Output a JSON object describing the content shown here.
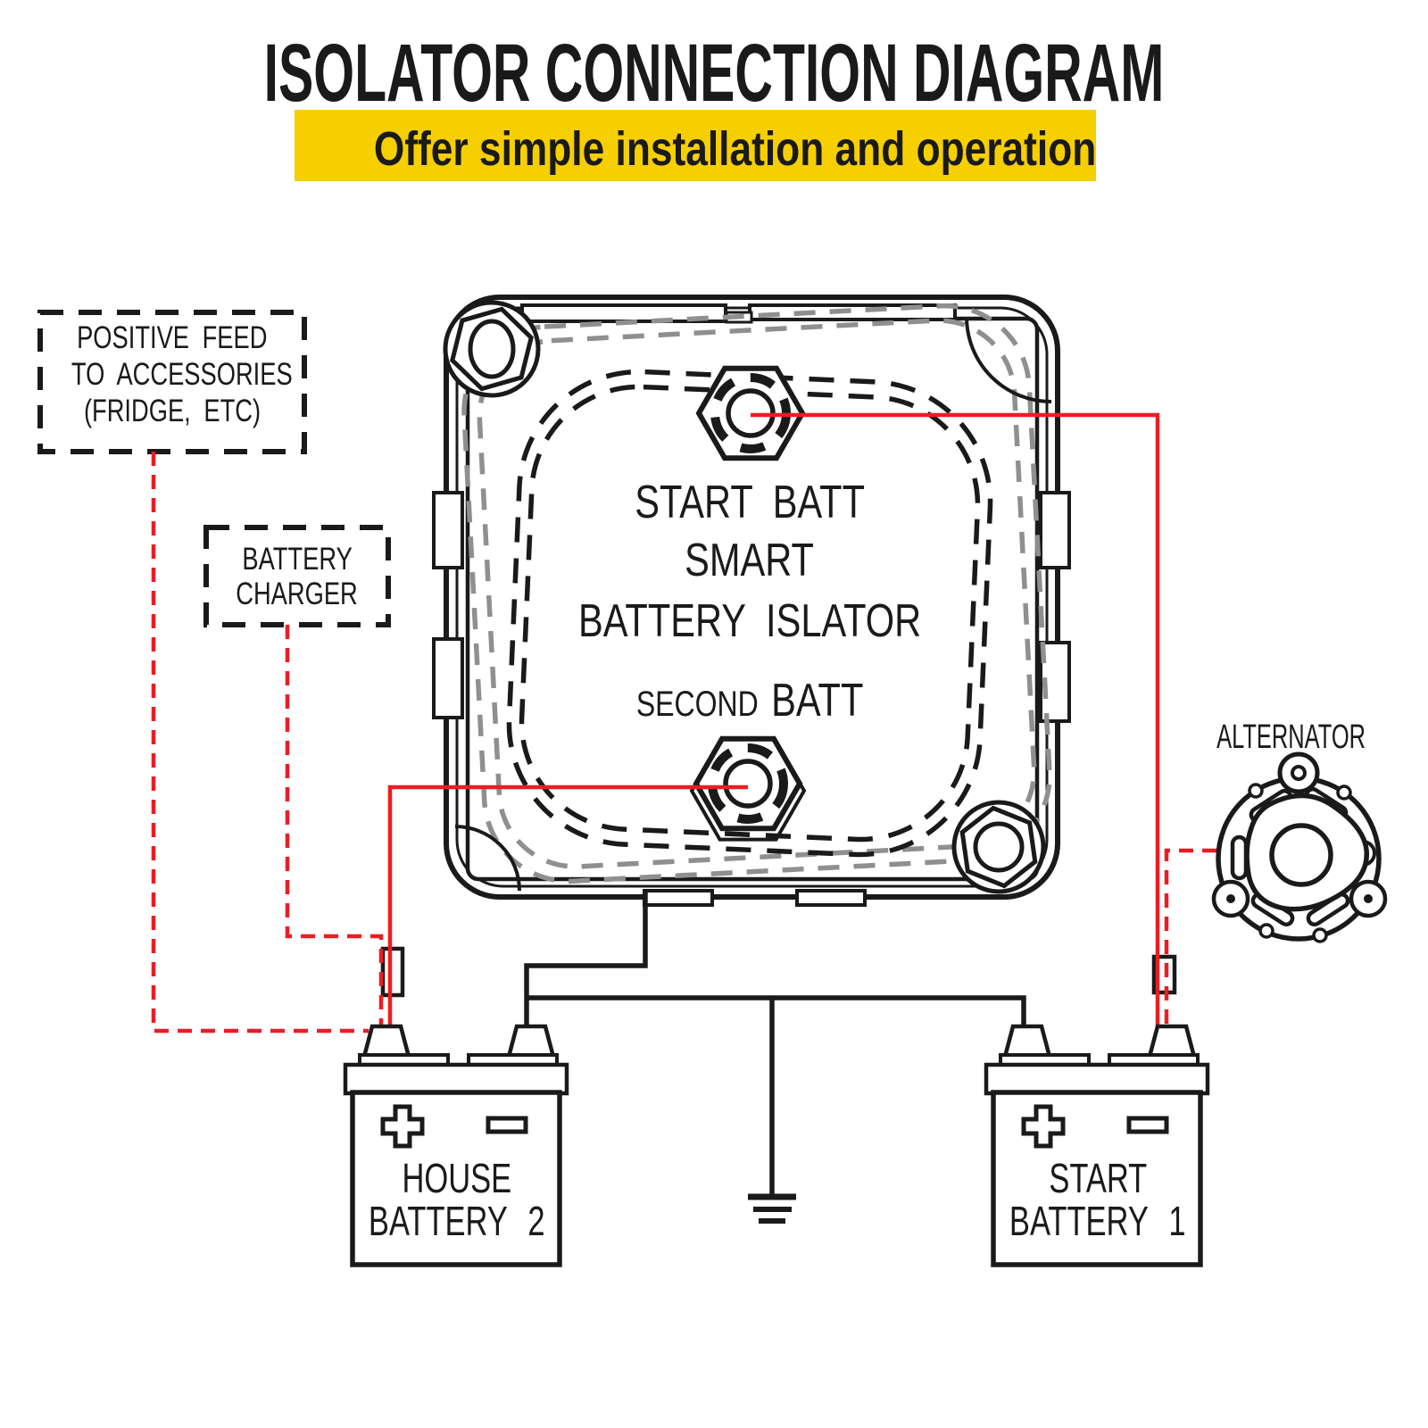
{
  "title": "ISOLATOR CONNECTION DIAGRAM",
  "subtitle": "Offer simple installation and operation",
  "colors": {
    "banner_yellow": "#F6CF00",
    "wire_red": "#EC1C24",
    "line_black": "#1A1A1A",
    "decor_gray": "#8F8F8F"
  },
  "callouts": {
    "positive_feed": [
      "POSITIVE FEED",
      "TO ACCESSORIES",
      "(FRIDGE, ETC)"
    ],
    "battery_charger": [
      "BATTERY",
      "CHARGER"
    ]
  },
  "alternator_label": "ALTERNATOR",
  "isolator": {
    "terminal_top": "START BATT",
    "brand_line": "SMART",
    "name_line": "BATTERY ISLATOR",
    "terminal_bottom_small": "SECOND",
    "terminal_bottom": "BATT"
  },
  "house_battery": [
    "HOUSE",
    "BATTERY 2"
  ],
  "start_battery": [
    "START",
    "BATTERY 1"
  ]
}
